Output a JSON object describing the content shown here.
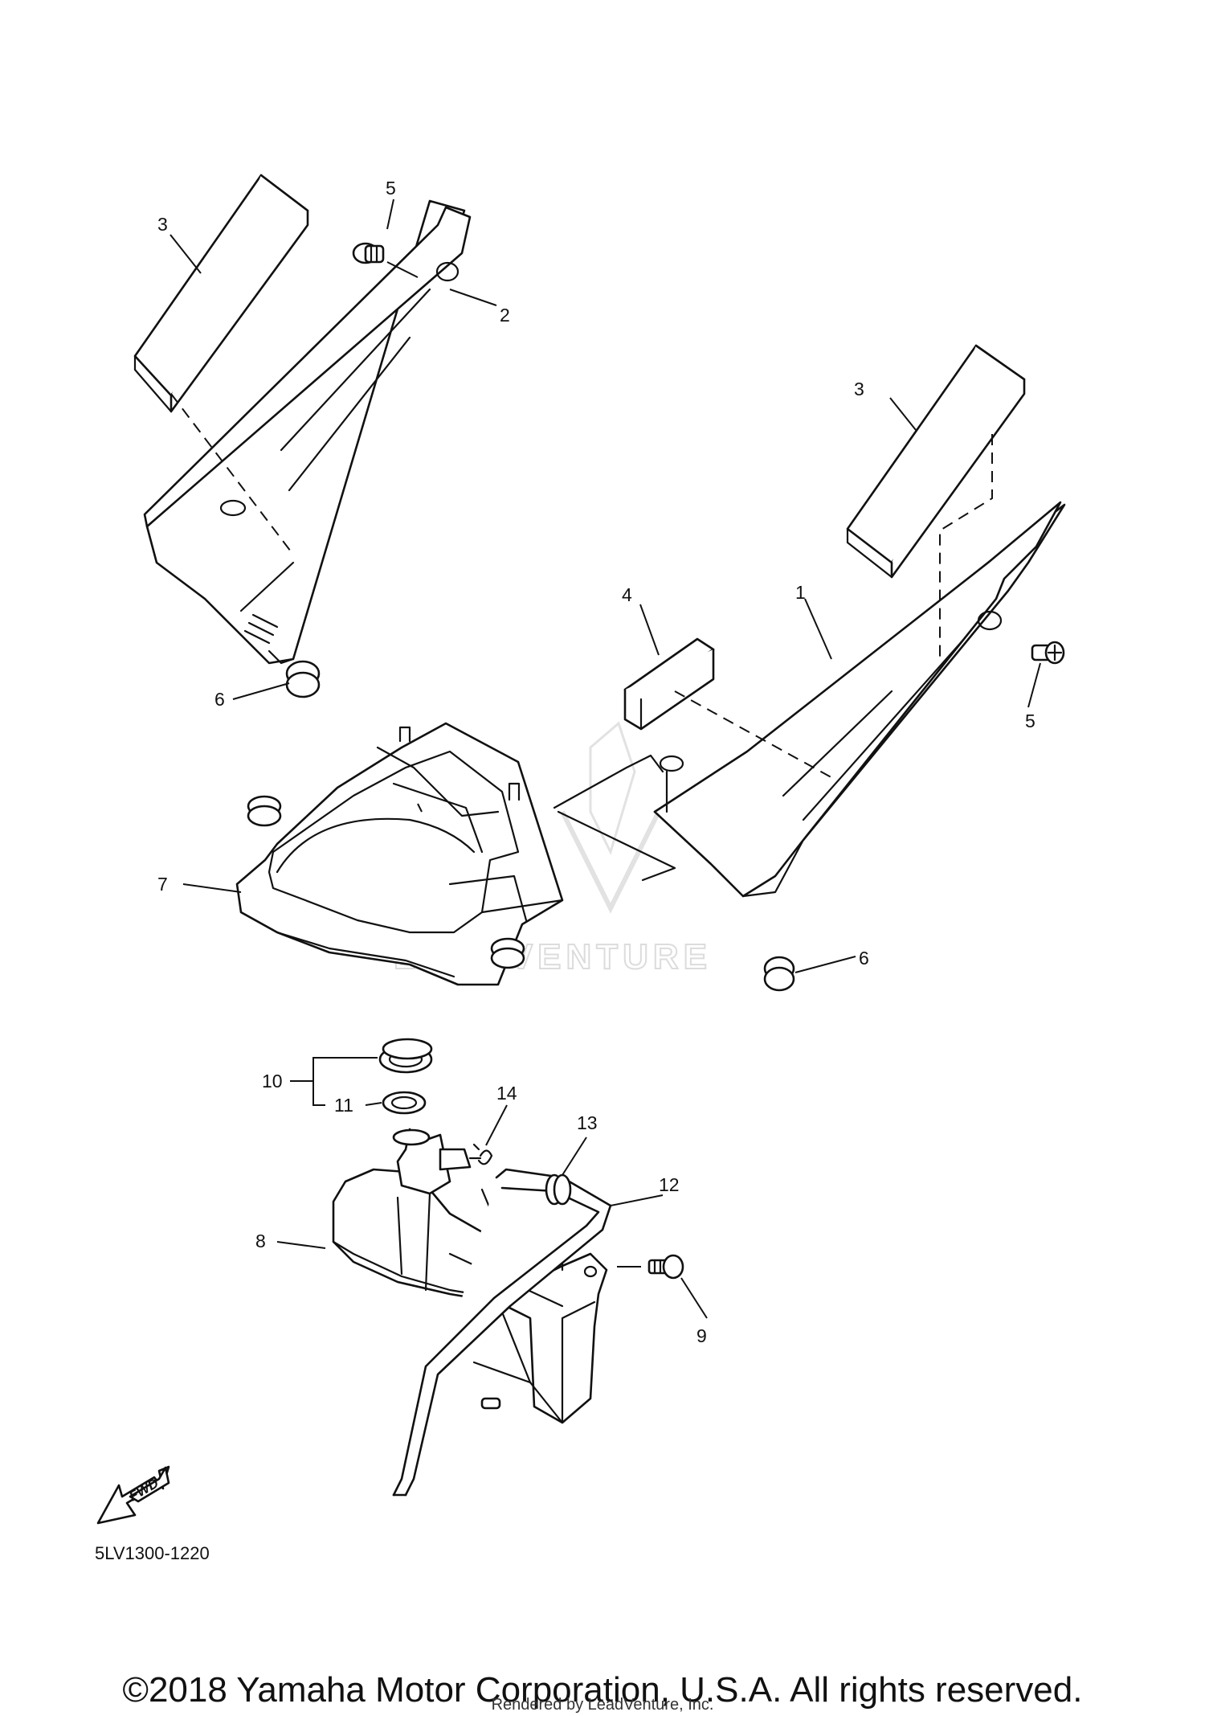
{
  "diagram": {
    "code": "5LV1300-1220",
    "fwd_label": "FWD",
    "watermark": "LEADVENTURE",
    "copyright": "©2018 Yamaha Motor Corporation, U.S.A. All rights reserved.",
    "rendered_by": "Rendered by LeadVenture, Inc."
  },
  "callouts": {
    "c1": "1",
    "c2": "2",
    "c3a": "3",
    "c3b": "3",
    "c4": "4",
    "c5a": "5",
    "c5b": "5",
    "c6a": "6",
    "c6b": "6",
    "c7": "7",
    "c8": "8",
    "c9": "9",
    "c10": "10",
    "c11": "11",
    "c12": "12",
    "c13": "13",
    "c14": "14"
  }
}
